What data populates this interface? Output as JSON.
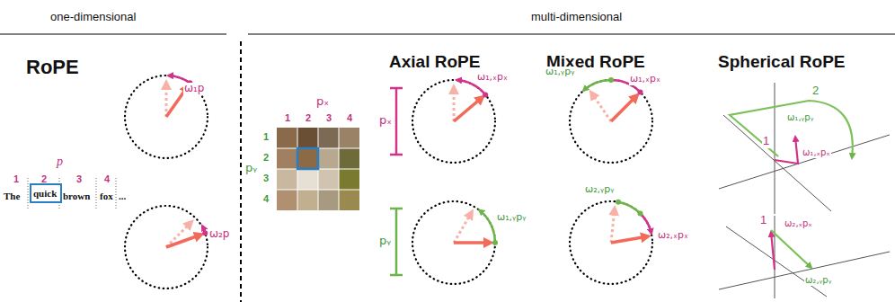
{
  "diagram": {
    "nodes": [
      {
        "text": [
          "quick"
        ]
      }
    ],
    "labels": [
      "one-dimensional",
      "multi-dimensional",
      "RoPE",
      "Axial RoPE",
      "Mixed RoPE",
      "Spherical RoPE",
      "ω₁p",
      "pₓ",
      "1",
      "2",
      "3",
      "4",
      "pₓ",
      "ω₁,ₓpₓ",
      "ω₁,ᵧpᵧ",
      "ω₁,ₓpₓ",
      "2",
      "ω₁,ᵧpᵧ",
      "1",
      "ω₁,ₓpₓ",
      "1",
      "2",
      "3",
      "4",
      "pᵧ",
      "p",
      "1",
      "2",
      "3",
      "4",
      "The",
      "brown",
      "fox",
      "...",
      "ω₂p",
      "pᵧ",
      "ω₁,ᵧpᵧ",
      "ω₂,ᵧpᵧ",
      "ω₂,ₓpₓ",
      "1",
      "ω₂,ₓpₓ",
      "ω₂,ᵧpᵧ"
    ]
  }
}
